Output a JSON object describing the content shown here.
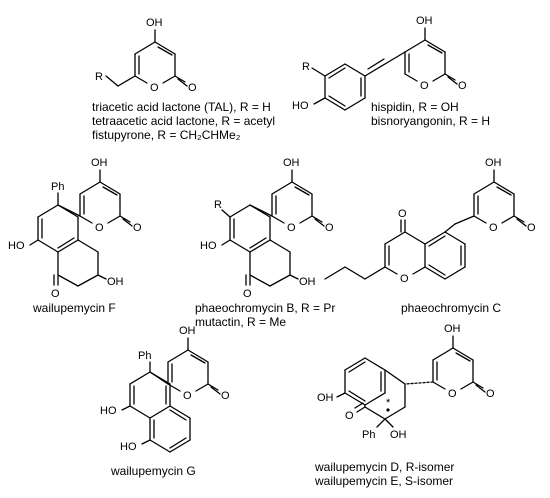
{
  "captions": {
    "tal_1": "triacetic acid lactone (TAL), R = H",
    "tal_2": "tetraacetic acid lactone, R = acetyl",
    "tal_3": "fistupyrone, R = CH₂CHMe₂",
    "hisp_1": "hispidin, R = OH",
    "hisp_2": "bisnoryangonin, R = H",
    "wf": "wailupemycin F",
    "pb_1": "phaeochromycin B, R = Pr",
    "pb_2": "mutactin, R = Me",
    "pc": "phaeochromycin C",
    "wg": "wailupemycin G",
    "wde_1": "wailupemycin D, R-isomer",
    "wde_2": "wailupemycin E, S-isomer"
  },
  "atoms": {
    "oh": "OH",
    "o": "O",
    "ho": "HO",
    "r": "R",
    "ph": "Ph",
    "star": "*"
  }
}
